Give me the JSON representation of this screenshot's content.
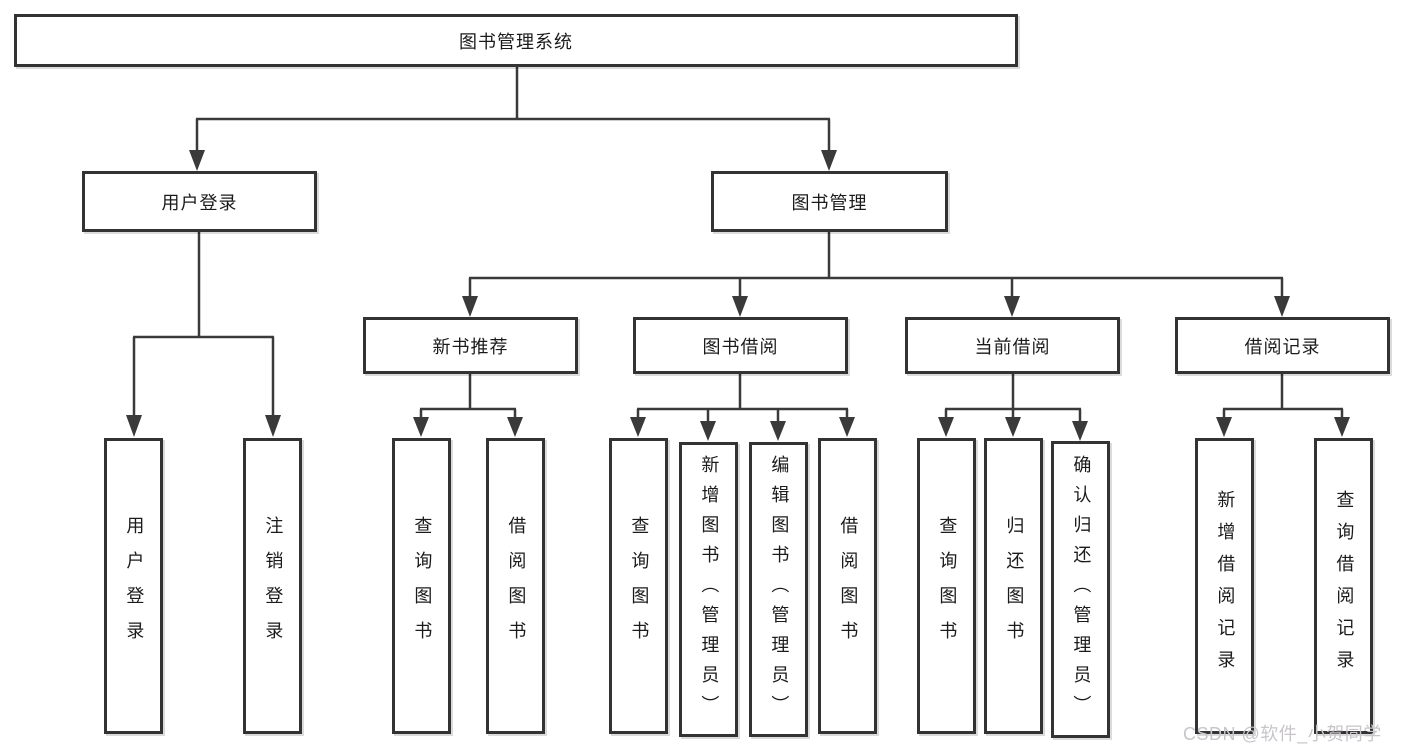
{
  "tree": {
    "root": "图书管理系统",
    "login": {
      "label": "用户登录",
      "leaves": [
        "用户登录",
        "注销登录"
      ]
    },
    "mgmt": {
      "label": "图书管理",
      "sections": [
        {
          "label": "新书推荐",
          "leaves": [
            "查询图书",
            "借阅图书"
          ]
        },
        {
          "label": "图书借阅",
          "leaves": [
            "查询图书",
            "新增图书（管理员）",
            "编辑图书（管理员）",
            "借阅图书"
          ]
        },
        {
          "label": "当前借阅",
          "leaves": [
            "查询图书",
            "归还图书",
            "确认归还（管理员）"
          ]
        },
        {
          "label": "借阅记录",
          "leaves": [
            "新增借阅记录",
            "查询借阅记录"
          ]
        }
      ]
    }
  },
  "watermark": {
    "text": "CSDN @软件_小贺同学"
  },
  "colors": {
    "line": "#3a3a3a",
    "box_border": "#333333",
    "text": "#1b1b1b",
    "watermark": "#c8c5ca",
    "background": "#ffffff"
  }
}
